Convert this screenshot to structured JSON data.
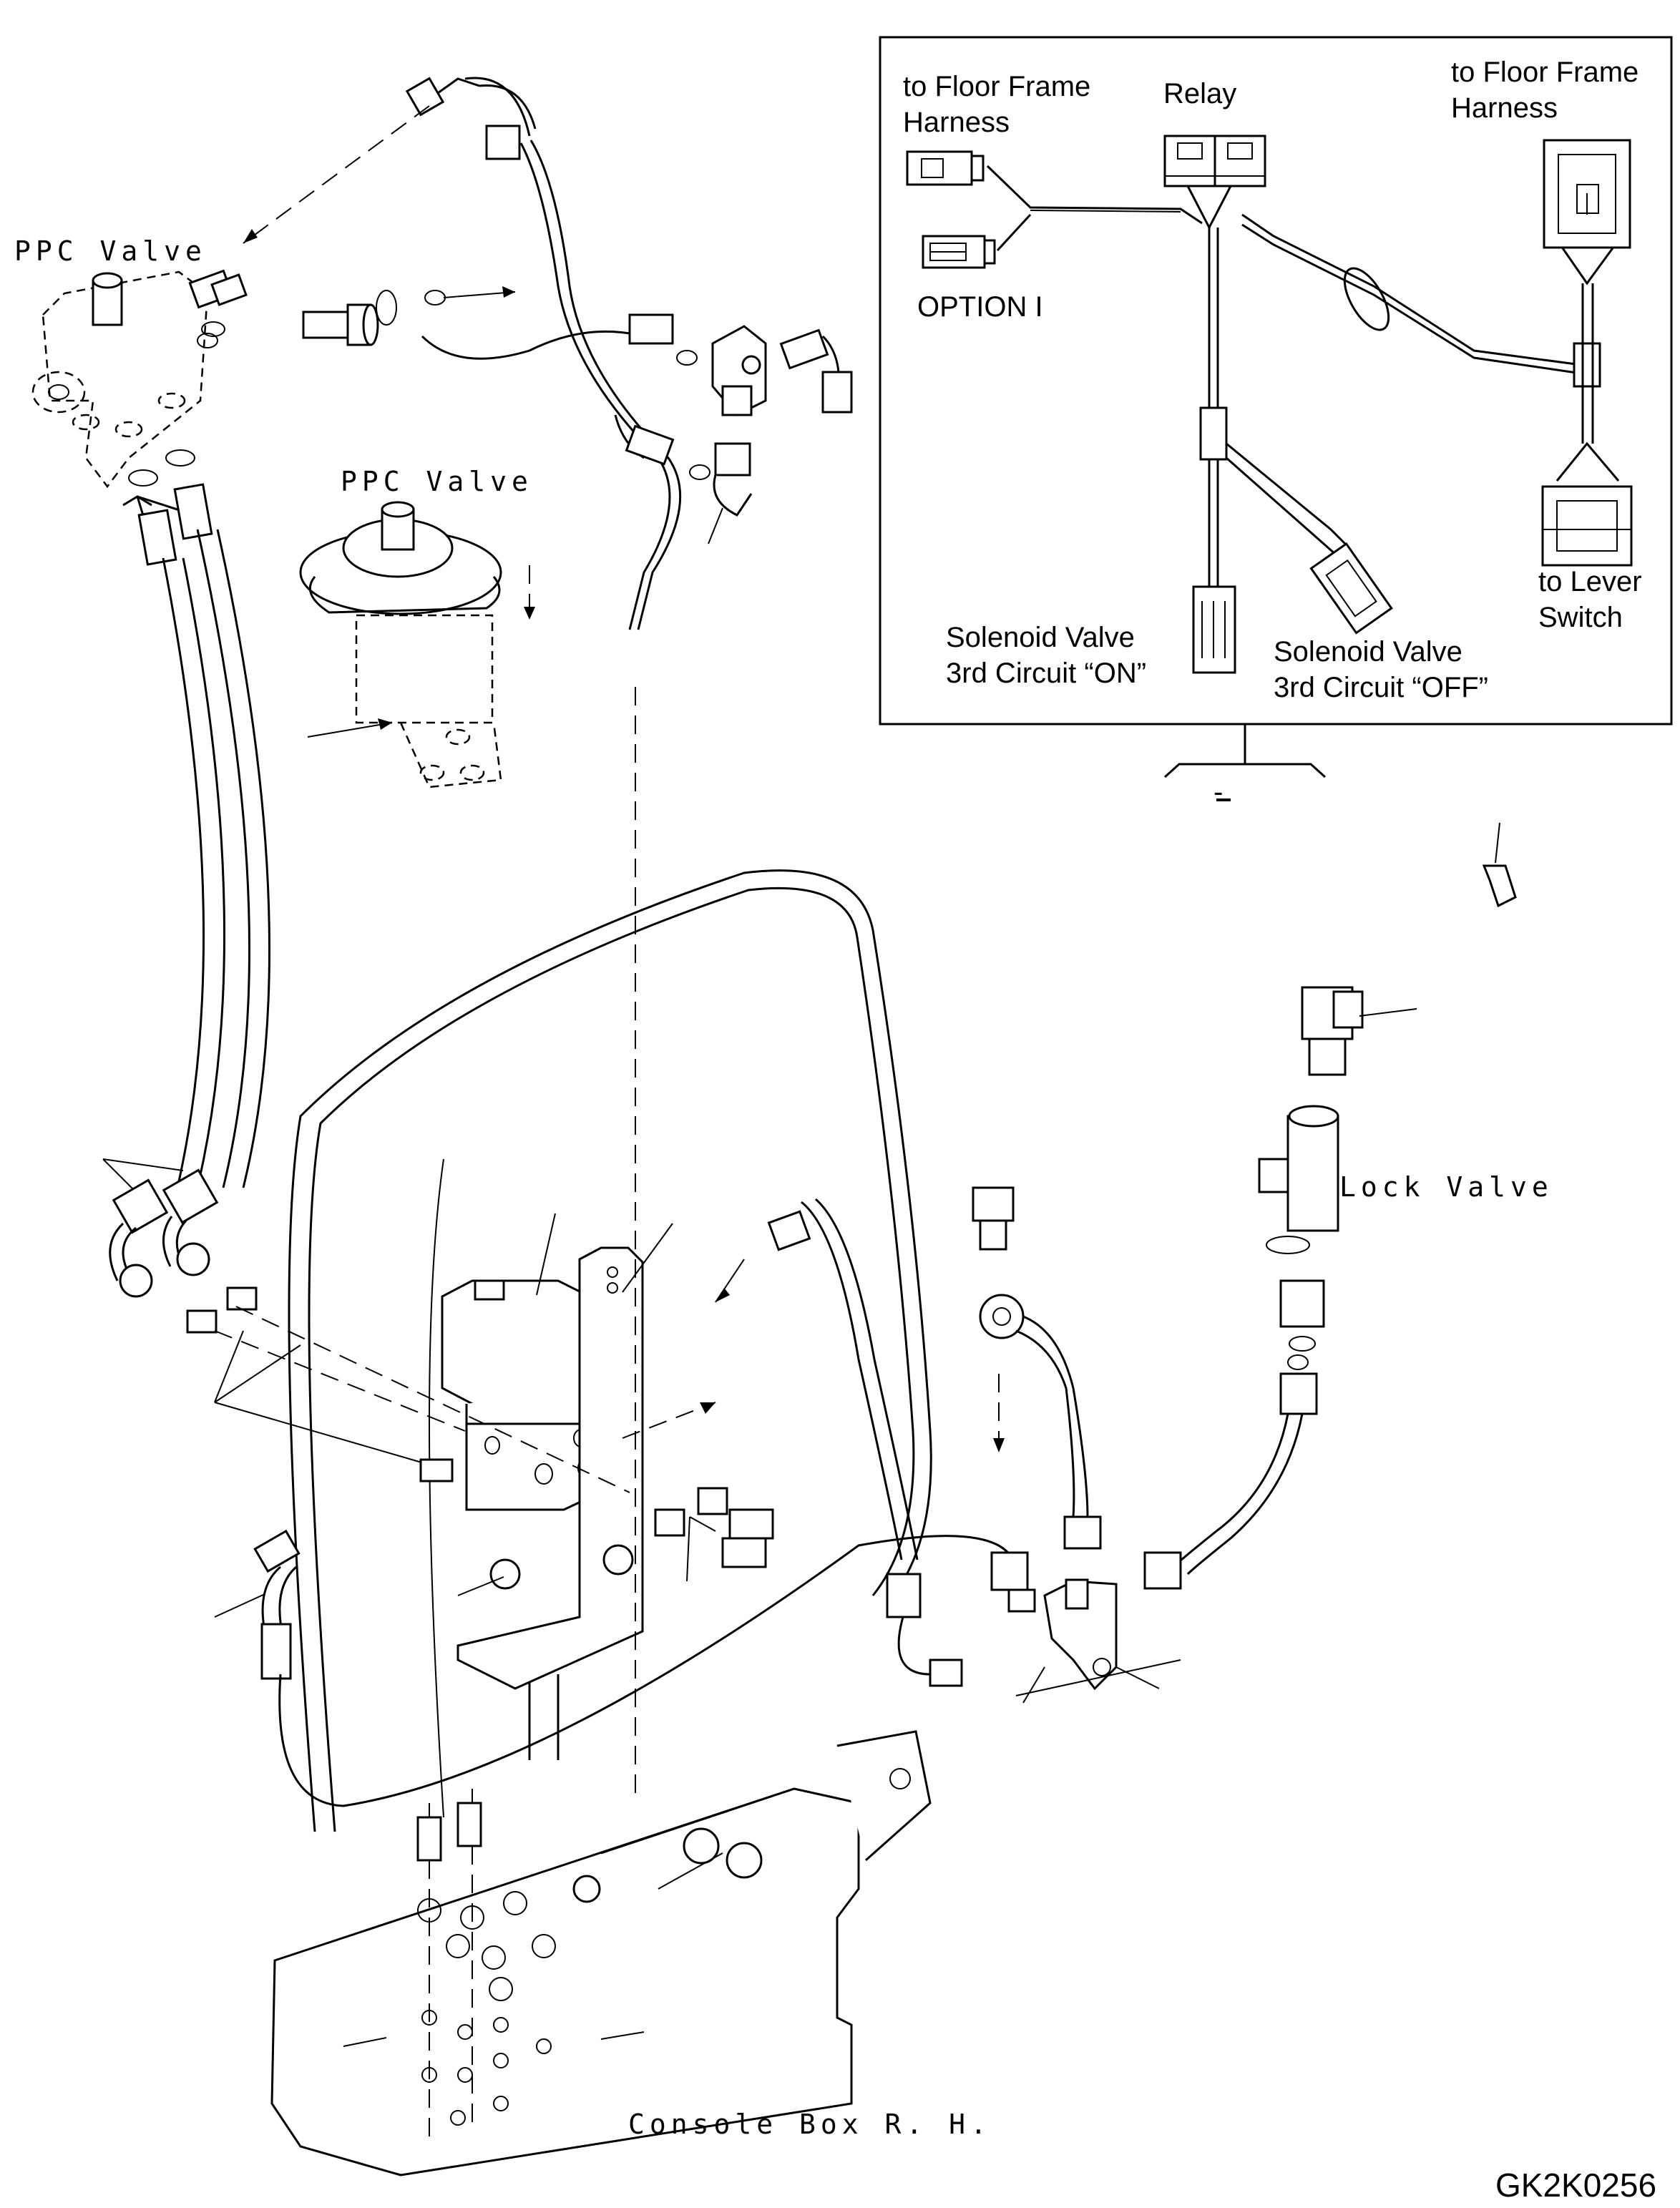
{
  "labels": {
    "ppc_valve_upper": "PPC Valve",
    "ppc_valve_lower": "PPC Valve",
    "lock_valve": "Lock Valve",
    "console_box": "Console Box R. H.",
    "drawing_code": "GK2K0256"
  },
  "harness_inset": {
    "floor_frame_left": [
      "to Floor Frame",
      "Harness"
    ],
    "relay": "Relay",
    "floor_frame_right": [
      "to Floor Frame",
      "Harness"
    ],
    "option": "OPTION I",
    "lever_switch": [
      "to Lever",
      "Switch"
    ],
    "solenoid_on": [
      "Solenoid Valve",
      "3rd Circuit “ON”"
    ],
    "solenoid_off": [
      "Solenoid Valve",
      "3rd Circuit “OFF”"
    ],
    "dash_mark": "-"
  }
}
